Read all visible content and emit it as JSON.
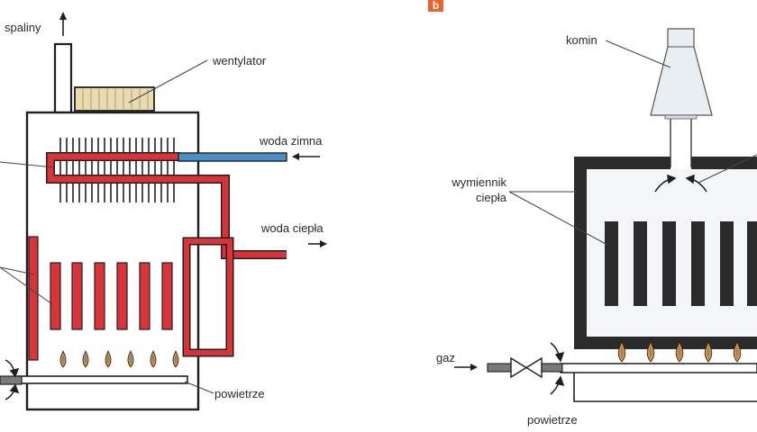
{
  "panel_b": {
    "badge": "b",
    "badge_color": "#e8642c"
  },
  "labels": {
    "spaliny": "spaliny",
    "wentylator": "wentylator",
    "woda_zimna": "woda zimna",
    "woda_ciepla": "woda ciepła",
    "powietrze_a": "powietrze",
    "komin": "komin",
    "wymiennik_line1": "wymiennik",
    "wymiennik_line2": "ciepła",
    "gaz": "gaz",
    "powietrze_b": "powietrze"
  },
  "colors": {
    "hot_pipe": "#d8343a",
    "cold_pipe": "#4a90c8",
    "heat_exchanger_dark": "#2b2b2b",
    "fan_fill": "#e8dcb0",
    "flame_orange": "#f08a1c",
    "flame_blue": "#4f8ed0",
    "outline": "#1f1f1f",
    "chimney_fill": "#e9eef2"
  }
}
